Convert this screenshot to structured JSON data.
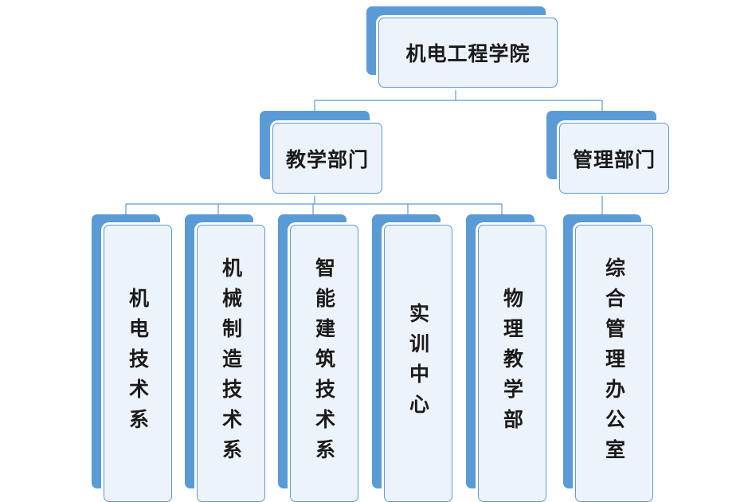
{
  "colors": {
    "accent": "#5b9bd5",
    "box_fill": "#edf3fa",
    "line": "#5b9bd5",
    "text": "#1a1a1a"
  },
  "root": {
    "label": "机电工程学院"
  },
  "level1": [
    {
      "label": "教学部门"
    },
    {
      "label": "管理部门"
    }
  ],
  "level2": [
    {
      "label": "机电技术系"
    },
    {
      "label": "机械制造技术系"
    },
    {
      "label": "智能建筑技术系"
    },
    {
      "label": "实训中心"
    },
    {
      "label": "物理教学部"
    },
    {
      "label": "综合管理办公室"
    }
  ]
}
